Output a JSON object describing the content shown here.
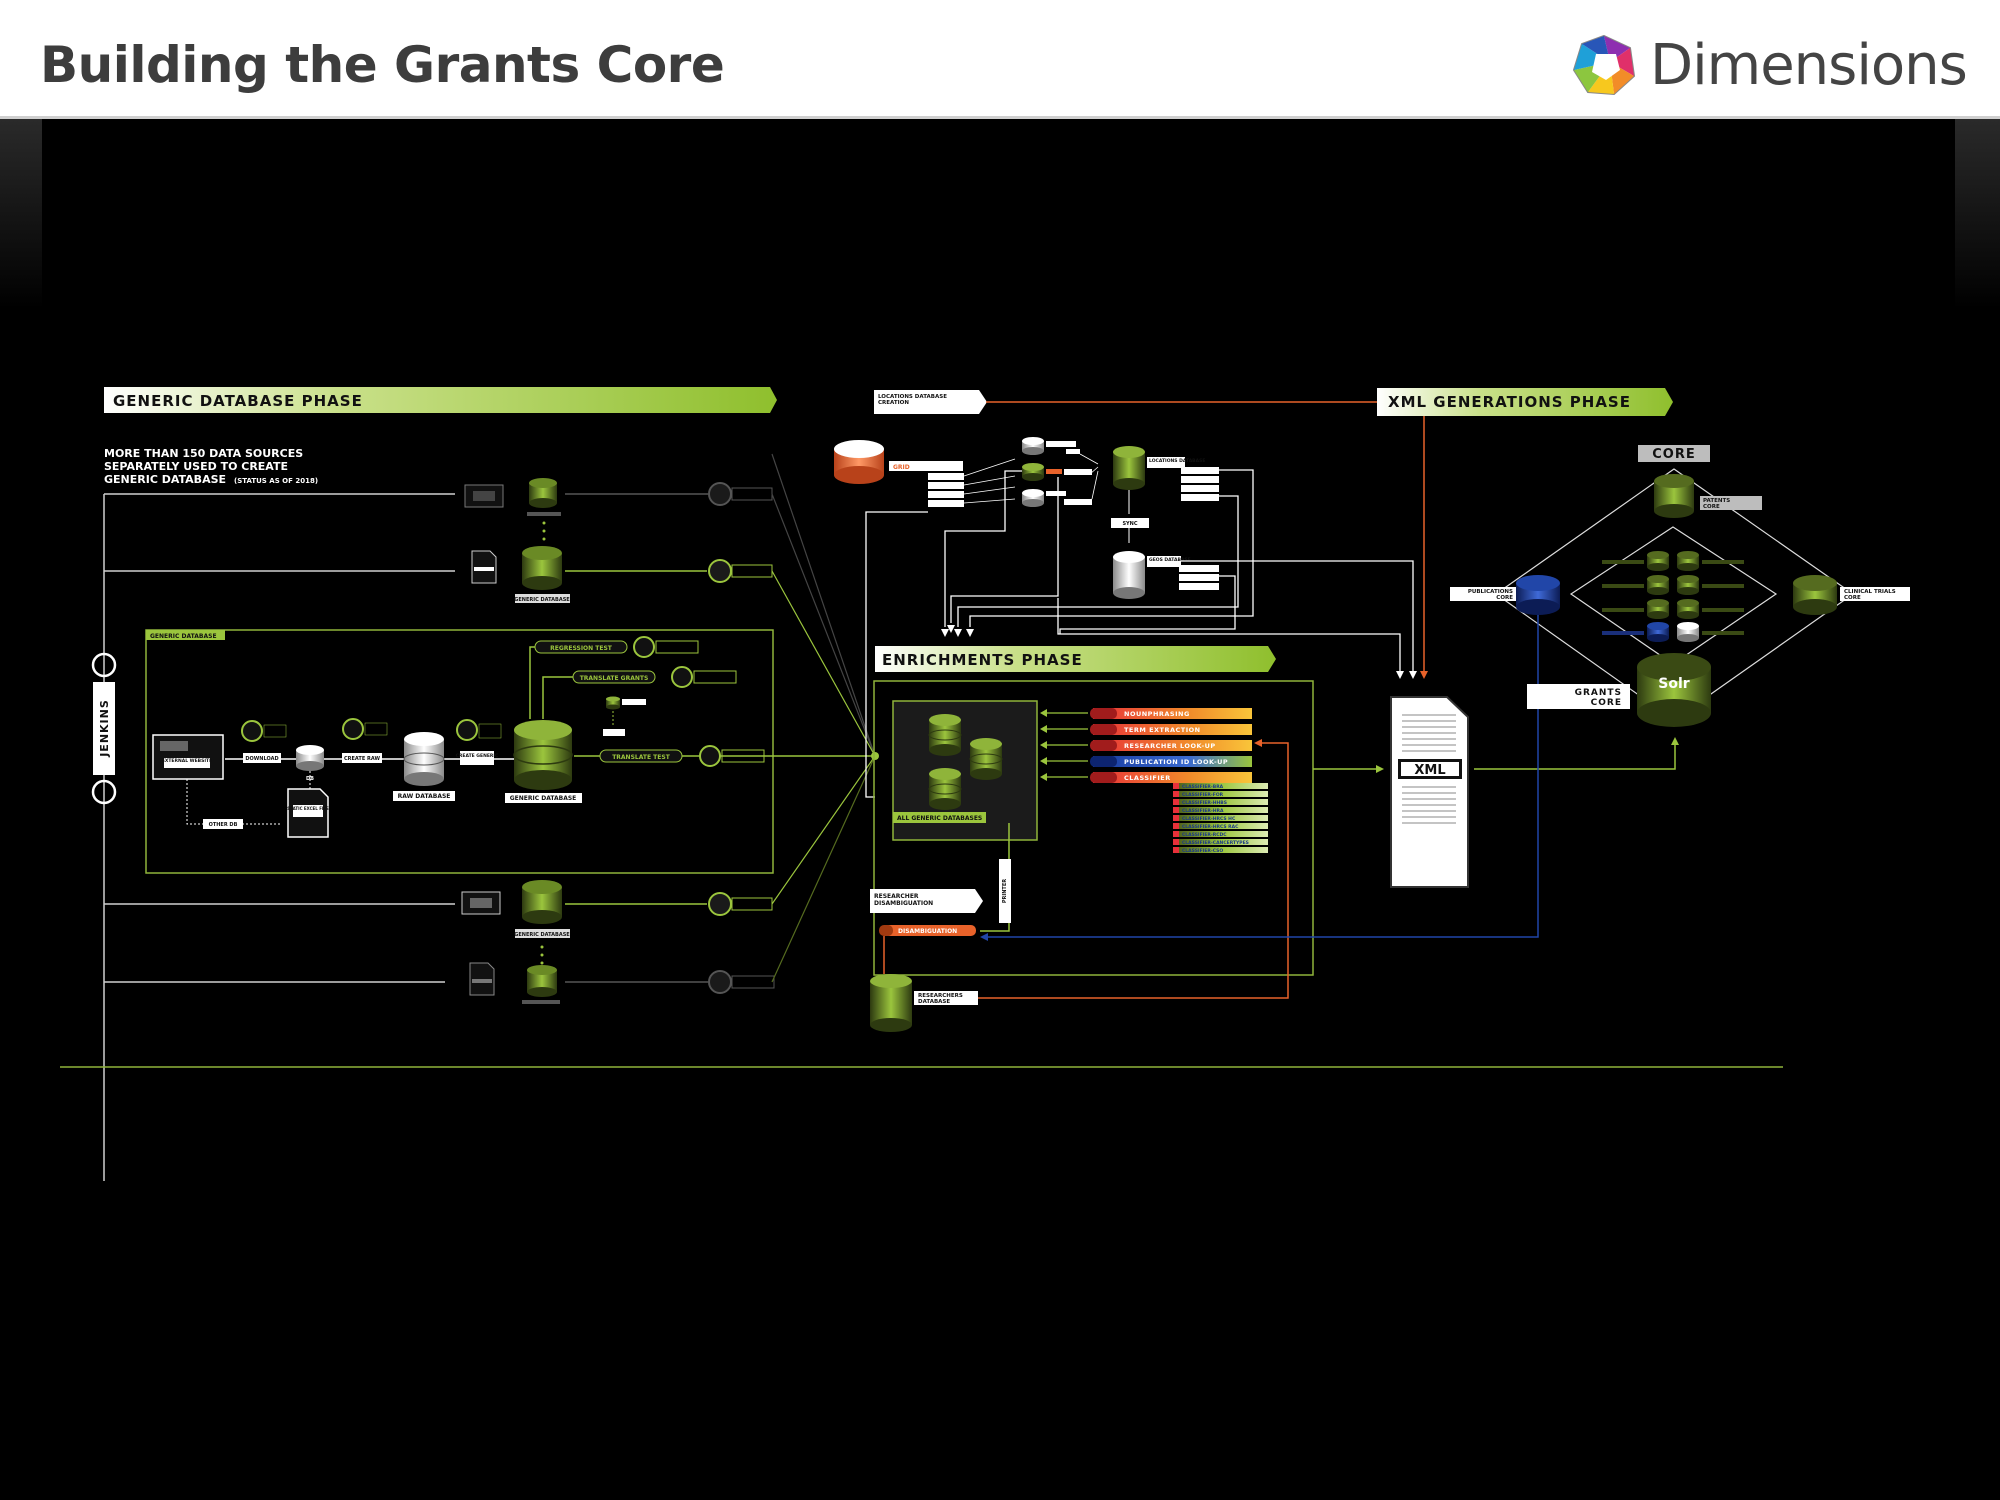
{
  "header": {
    "title": "Building the Grants Core",
    "brand": "Dimensions"
  },
  "colors": {
    "accent_green": "#9bc53d",
    "dark_green": "#556b1f",
    "orange": "#e8622a",
    "blue": "#2146a8",
    "line": "#bfbfbf"
  },
  "diagram": {
    "generic_phase": {
      "title": "GENERIC DATABASE PHASE",
      "sources_text": [
        "MORE THAN 150 DATA SOURCES",
        "SEPARATELY USED TO CREATE",
        "GENERIC DATABASE"
      ],
      "sources_status": "(STATUS AS OF 2018)",
      "generic_db_label": "GENERIC DATABASE",
      "jenkins": "JENKINS",
      "inner_box_label": "GENERIC DATABASE",
      "raw_database": "RAW DATABASE",
      "generic_database_big": "GENERIC DATABASE",
      "regression_test": "REGRESSION TEST",
      "translate_grants": "TRANSLATE GRANTS",
      "translate_test": "TRANSLATE TEST",
      "external_website": "EXTERNAL WEBSITE",
      "download": "DOWNLOAD",
      "create_raw": "CREATE RAW",
      "create_generic": "CREATE GENERIC",
      "other_db": "OTHER DB",
      "static_excel": "STATIC EXCEL FILE",
      "db_short": "DB"
    },
    "locations": {
      "title": "LOCATIONS DATABASE CREATION",
      "grid": "GRID",
      "locations_database": "LOCATIONS DATABASE",
      "geo_database": "GEOS DATABASE",
      "sync": "SYNC"
    },
    "enrichments": {
      "title": "ENRICHMENTS PHASE",
      "all_generic": "ALL GENERIC DATABASES",
      "items": [
        "NOUNPHRASING",
        "TERM EXTRACTION",
        "RESEARCHER LOOK-UP",
        "PUBLICATION ID LOOK-UP",
        "CLASSIFIER"
      ],
      "classifiers": [
        "CLASSIFIER-BRA",
        "CLASSIFIER-FOR",
        "CLASSIFIER-HHBS",
        "CLASSIFIER-HRA",
        "CLASSIFIER-HRCS HC",
        "CLASSIFIER-HRCS RAC",
        "CLASSIFIER-RCDC",
        "CLASSIFIER-CANCERTYPES",
        "CLASSIFIER-CSO"
      ],
      "researcher_disambiguation": [
        "RESEARCHER",
        "DISAMBIGUATION"
      ],
      "disambiguation": "DISAMBIGUATION",
      "researchers_database": [
        "RESEARCHERS",
        "DATABASE"
      ],
      "vertical_label": "PRINTER"
    },
    "xml_phase": {
      "title": "XML GENERATIONS PHASE",
      "xml": "XML",
      "core": "CORE",
      "patents_core": [
        "PATENTS",
        "CORE"
      ],
      "publications_core": [
        "PUBLICATIONS",
        "CORE"
      ],
      "clinical_trials_core": [
        "CLINICAL TRIALS",
        "CORE"
      ],
      "grants_core": [
        "GRANTS",
        "CORE"
      ],
      "solr": "Solr"
    }
  }
}
